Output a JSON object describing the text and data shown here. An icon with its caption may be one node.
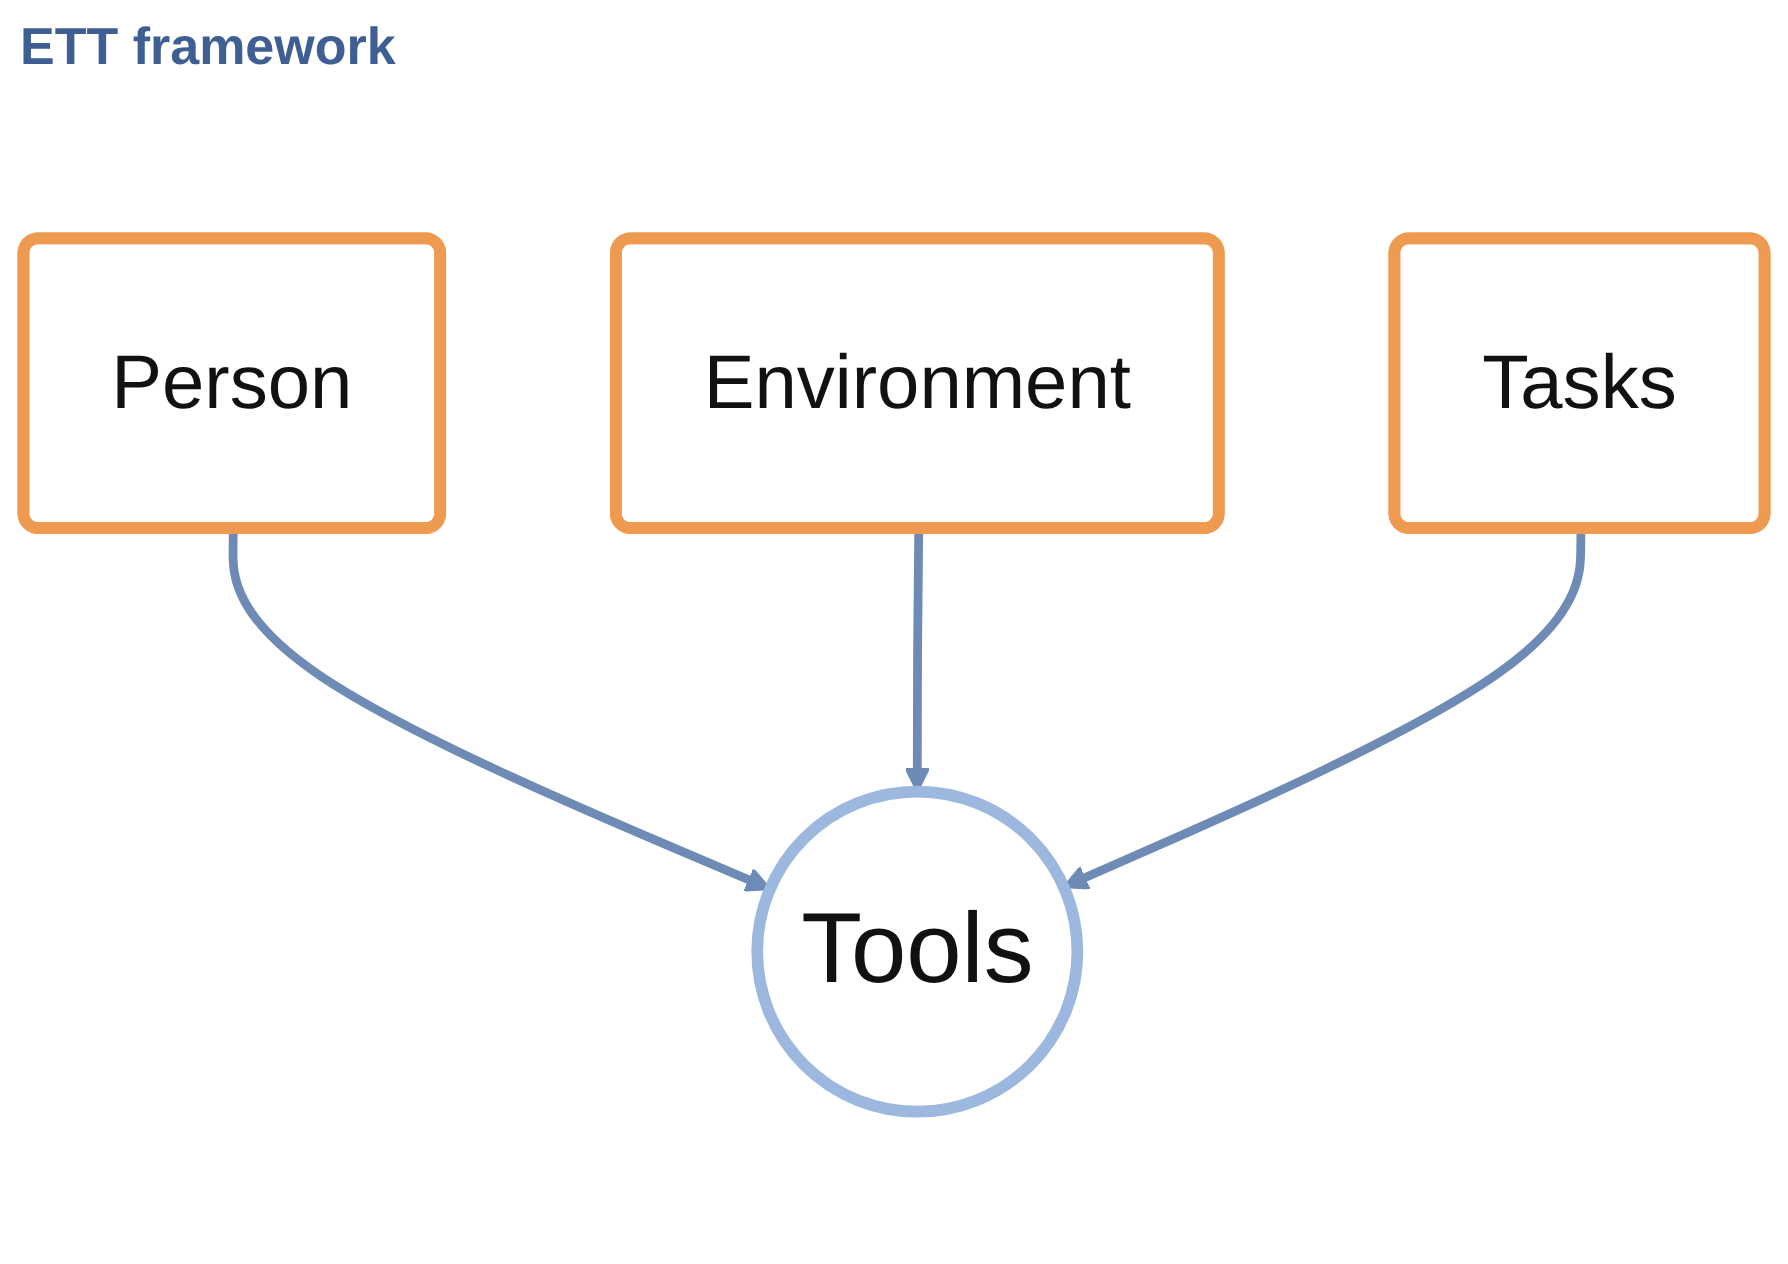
{
  "diagram": {
    "title": "ETT framework",
    "nodes": [
      {
        "text": [
          "Person"
        ]
      },
      {
        "text": [
          "Environment"
        ]
      },
      {
        "text": [
          "Tasks"
        ]
      },
      {
        "text": [
          "Tools"
        ]
      }
    ],
    "edges": [
      {
        "from": 0,
        "to": 3,
        "arrow": "to"
      },
      {
        "from": 1,
        "to": 3,
        "arrow": "to"
      },
      {
        "from": 2,
        "to": 3,
        "arrow": "to"
      }
    ]
  }
}
